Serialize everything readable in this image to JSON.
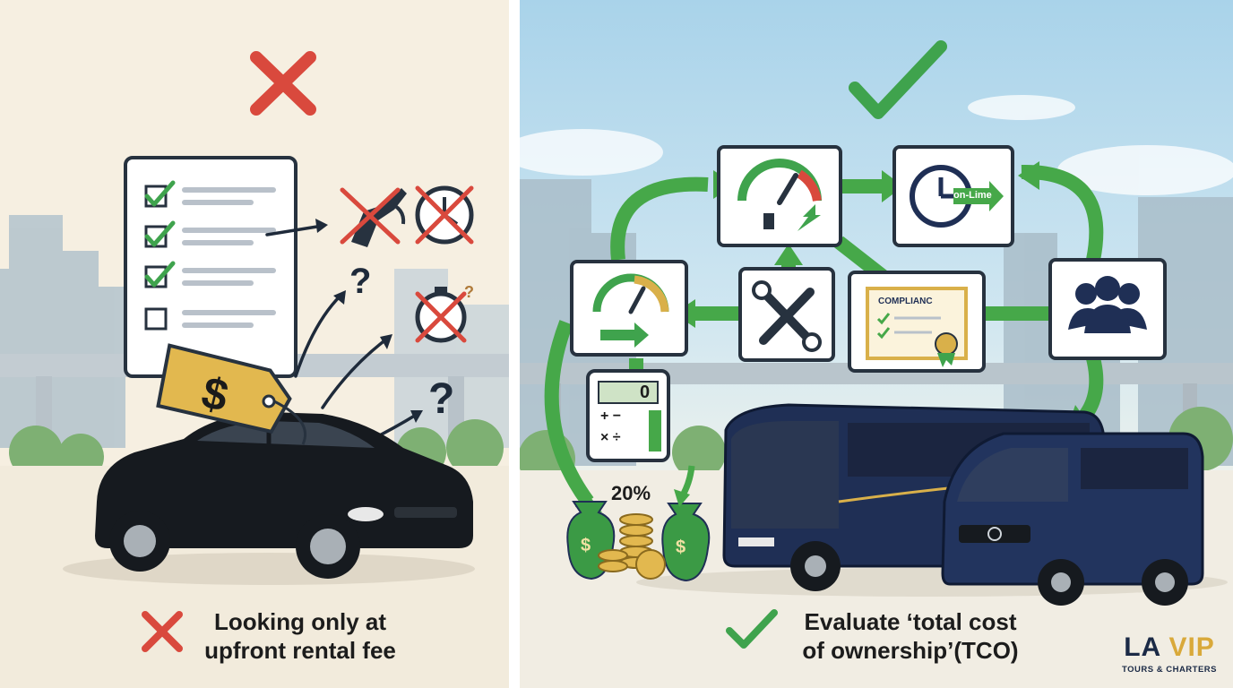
{
  "left_panel": {
    "caption_lines": [
      "Looking only at",
      "upfront rental fee"
    ],
    "price_tag_symbol": "$",
    "question_marks": [
      "?",
      "?",
      "?"
    ],
    "icons": [
      "x-mark-icon",
      "checklist-icon",
      "price-tag-icon",
      "sedan-car-icon",
      "fuel-nozzle-crossed-icon",
      "clock-crossed-icon",
      "stopwatch-crossed-icon"
    ]
  },
  "right_panel": {
    "caption_lines": [
      "Evaluate ‘total cost",
      "of ownership’(TCO)"
    ],
    "clock_label": "on-Lime",
    "certificate_title": "COMPLIANC",
    "savings_label": "20%",
    "calculator_display": "0",
    "calculator_keys": [
      "+ −",
      "× ÷"
    ],
    "coin_symbol": "$",
    "icons": [
      "checkmark-icon",
      "fuel-gauge-icon",
      "on-time-clock-icon",
      "speedometer-icon",
      "tools-icon",
      "compliance-certificate-icon",
      "people-group-icon",
      "calculator-icon",
      "money-bags-icon",
      "coach-bus-icon",
      "sprinter-van-icon"
    ]
  },
  "logo": {
    "la": "LA",
    "vip": "VIP",
    "tagline": "TOURS & CHARTERS"
  },
  "colors": {
    "red_x": "#d9493d",
    "green_check": "#3fa34d",
    "arrow_green": "#46a849",
    "navy": "#1f2f55",
    "gold": "#d9b04a",
    "left_background": "#f6efe1",
    "sky_blue": "#a9d3ea"
  }
}
